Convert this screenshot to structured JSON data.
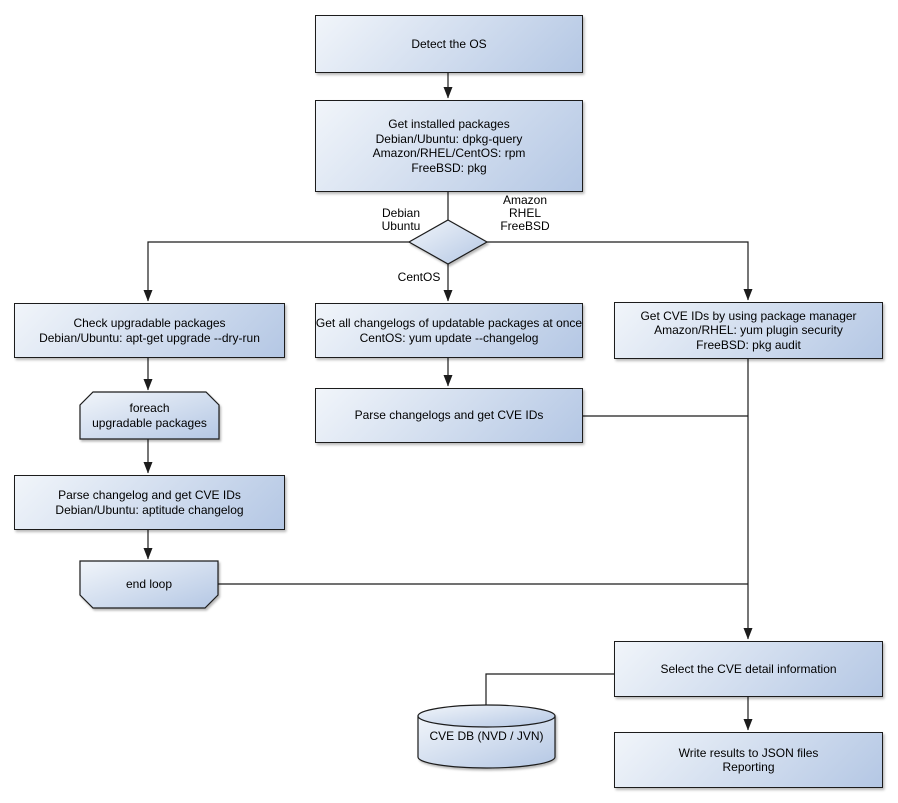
{
  "style": {
    "background": "#ffffff",
    "fill_start": "#f1f5fa",
    "fill_end": "#b4c7e4",
    "border_color": "#1c1c1c",
    "wire_color": "#1c1c1c",
    "text_color": "#000000"
  },
  "nodes": {
    "detect_os": {
      "lines": [
        "Detect the OS"
      ]
    },
    "get_installed_packages": {
      "lines": [
        "Get installed packages",
        "Debian/Ubuntu: dpkg-query",
        "Amazon/RHEL/CentOS: rpm",
        "FreeBSD: pkg"
      ]
    },
    "check_upgradable": {
      "lines": [
        "Check upgradable packages",
        "Debian/Ubuntu: apt-get upgrade --dry-run"
      ]
    },
    "foreach_loop": {
      "lines": [
        "foreach",
        "upgradable packages"
      ]
    },
    "parse_changelog_deb": {
      "lines": [
        "Parse changelog and get CVE IDs",
        "Debian/Ubuntu: aptitude changelog"
      ]
    },
    "end_loop": {
      "lines": [
        "end loop"
      ]
    },
    "get_all_changelogs": {
      "lines": [
        "Get all changelogs of updatable packages at once",
        "CentOS: yum update --changelog"
      ]
    },
    "parse_changelogs_centos": {
      "lines": [
        "Parse changelogs and get CVE IDs"
      ]
    },
    "get_cve_ids_pkg_mgr": {
      "lines": [
        "Get CVE IDs by using package manager",
        "Amazon/RHEL: yum plugin security",
        "FreeBSD: pkg audit"
      ]
    },
    "select_cve_detail": {
      "lines": [
        "Select the CVE detail information"
      ]
    },
    "cve_db": {
      "lines": [
        "CVE DB (NVD / JVN)"
      ]
    },
    "write_results": {
      "lines": [
        "Write results to JSON files",
        "Reporting"
      ]
    }
  },
  "edge_labels": {
    "debian_ubuntu": [
      "Debian",
      "Ubuntu"
    ],
    "amazon_rhel_freebsd": [
      "Amazon",
      "RHEL",
      "FreeBSD"
    ],
    "centos": "CentOS"
  }
}
